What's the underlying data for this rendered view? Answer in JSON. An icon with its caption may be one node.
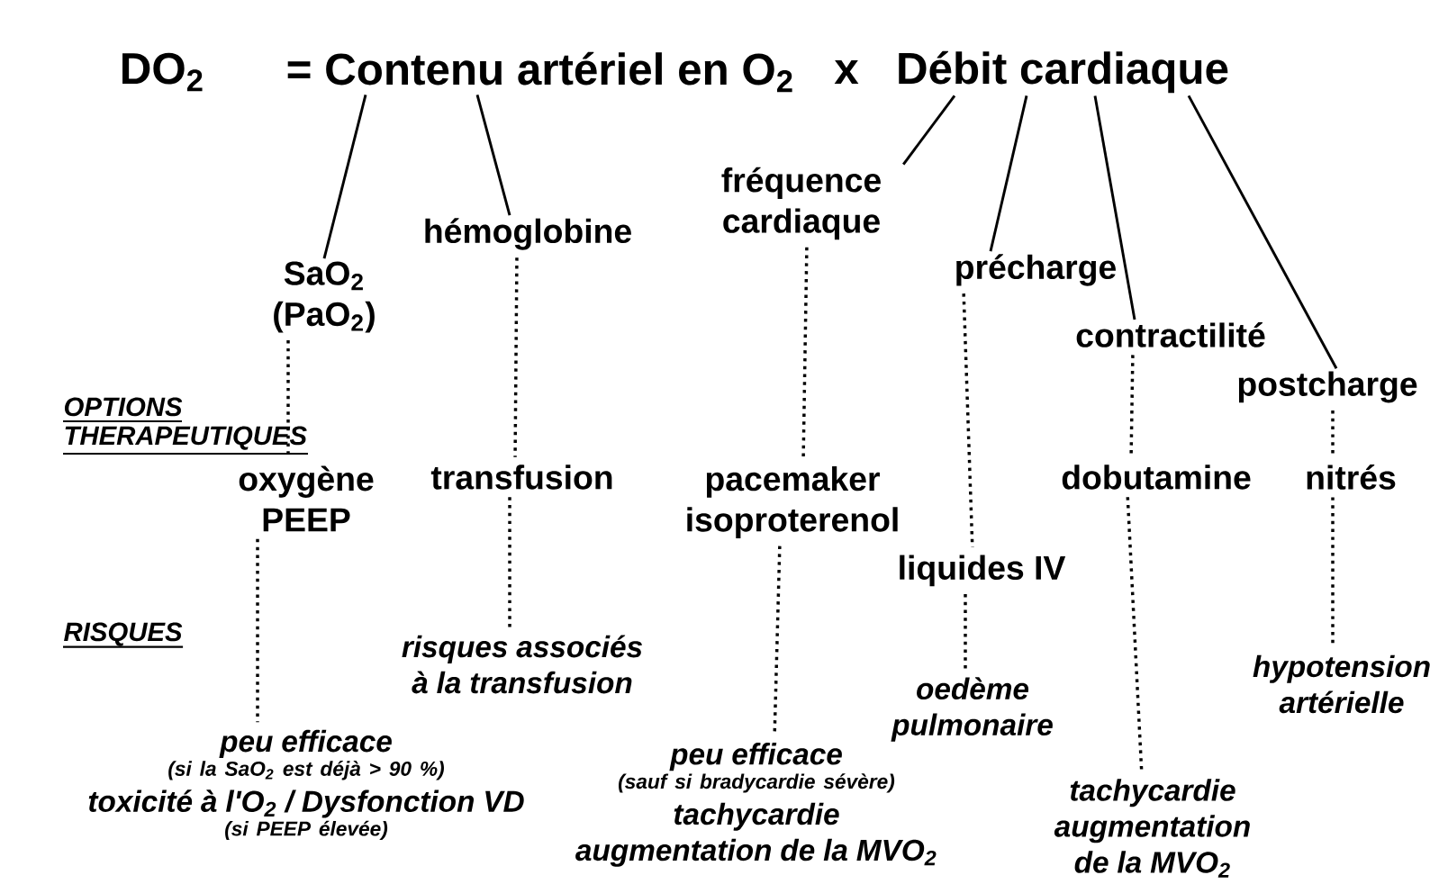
{
  "diagram": {
    "nodes": [
      {
        "text": [
          "= Contenu artériel en O$_{2}$"
        ]
      },
      {
        "text": [
          "Débit cardiaque"
        ]
      },
      {
        "text": [
          "SaO$_{2}$ (PaO$_{2}$)"
        ]
      },
      {
        "text": [
          "hémoglobine"
        ]
      },
      {
        "text": [
          "fréquence cardiaque"
        ]
      },
      {
        "text": [
          "précharge"
        ]
      },
      {
        "text": [
          "contractilité"
        ]
      },
      {
        "text": [
          "postcharge"
        ]
      },
      {
        "text": [
          "oxygène PEEP"
        ]
      },
      {
        "text": [
          "transfusion"
        ]
      },
      {
        "text": [
          "pacemaker isoproterenol"
        ]
      },
      {
        "text": [
          "liquides IV"
        ]
      },
      {
        "text": [
          "dobutamine"
        ]
      },
      {
        "text": [
          "nitrés"
        ]
      },
      {
        "text": [
          "risques associés à la transfusion"
        ]
      },
      {
        "text": [
          "peu efficace",
          "(si la SaO$_{2}$ est déjà > 90 %)",
          "toxicité à l'O$_{2}$ / Dysfonction VD",
          "(si PEEP élevée)"
        ]
      },
      {
        "text": [
          "peu efficace",
          "(sauf si bradycardie sévère)",
          "tachycardie augmentation de la MVO$_{2}$"
        ]
      },
      {
        "text": [
          "oedème pulmonaire"
        ]
      },
      {
        "text": [
          "tachycardie augmentation de la MVO$_{2}$"
        ]
      },
      {
        "text": [
          "hypotension artérielle"
        ]
      }
    ],
    "edges": [
      {
        "from": 0,
        "to": 2,
        "arrow": "none"
      },
      {
        "from": 0,
        "to": 3,
        "arrow": "none"
      },
      {
        "from": 1,
        "to": 4,
        "arrow": "none"
      },
      {
        "from": 1,
        "to": 5,
        "arrow": "none"
      },
      {
        "from": 1,
        "to": 6,
        "arrow": "none"
      },
      {
        "from": 1,
        "to": 7,
        "arrow": "none"
      },
      {
        "from": 2,
        "to": 8,
        "arrow": "none",
        "style": "dashed"
      },
      {
        "from": 3,
        "to": 9,
        "arrow": "none",
        "style": "dashed"
      },
      {
        "from": 4,
        "to": 10,
        "arrow": "none",
        "style": "dashed"
      },
      {
        "from": 5,
        "to": 11,
        "arrow": "none",
        "style": "dashed"
      },
      {
        "from": 6,
        "to": 12,
        "arrow": "none",
        "style": "dashed"
      },
      {
        "from": 7,
        "to": 13,
        "arrow": "none",
        "style": "dashed"
      },
      {
        "from": 8,
        "to": 15,
        "arrow": "none",
        "style": "dashed"
      },
      {
        "from": 9,
        "to": 14,
        "arrow": "none",
        "style": "dashed"
      },
      {
        "from": 10,
        "to": 16,
        "arrow": "none",
        "style": "dashed"
      },
      {
        "from": 11,
        "to": 17,
        "arrow": "none",
        "style": "dashed"
      },
      {
        "from": 12,
        "to": 18,
        "arrow": "none",
        "style": "dashed"
      },
      {
        "from": 13,
        "to": 19,
        "arrow": "none",
        "style": "dashed"
      }
    ],
    "labels": [
      "DO$_{2}$",
      "x",
      "OPTIONS THERAPEUTIQUES",
      "RISQUES"
    ]
  }
}
